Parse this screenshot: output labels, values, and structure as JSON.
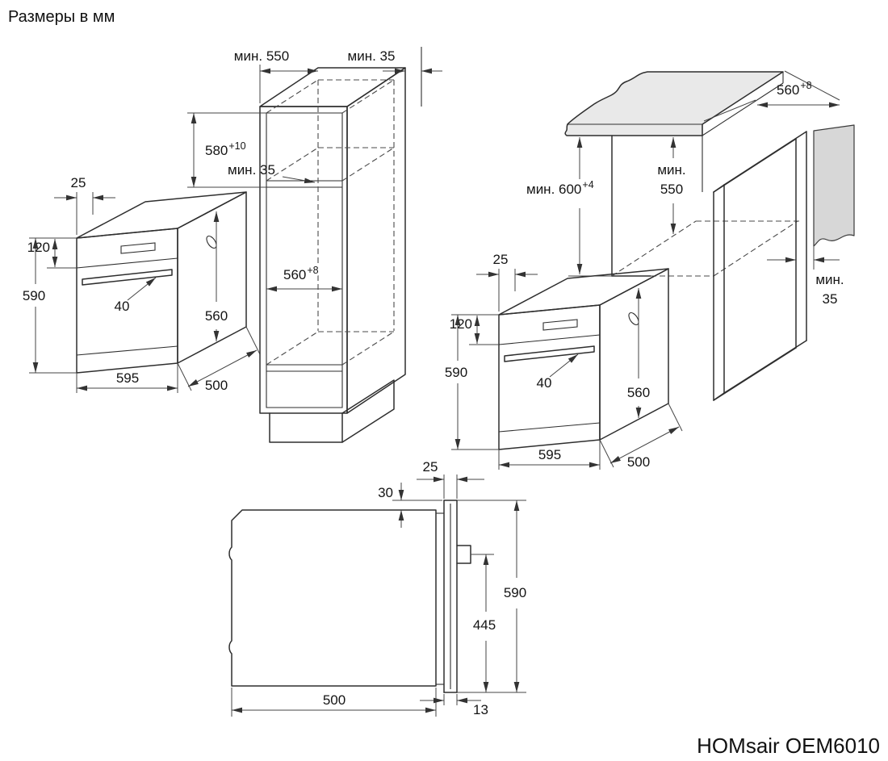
{
  "title": "Размеры в мм",
  "model": "HOMsair OEM6010",
  "oven_left": {
    "front_frame": "25",
    "panel": "120",
    "height": "590",
    "handle": "40",
    "body": "560",
    "width": "595",
    "depth": "500"
  },
  "oven_right": {
    "front_frame": "25",
    "panel": "120",
    "height": "590",
    "handle": "40",
    "body": "560",
    "width": "595",
    "depth": "500"
  },
  "tall_cabinet": {
    "depth": "мин. 550",
    "rear_gap": "мин. 35",
    "niche_height": "580",
    "niche_height_tol": "+10",
    "shelf_rear_gap": "мин. 35",
    "niche_width": "560",
    "niche_width_tol": "+8"
  },
  "base_cabinet": {
    "worktop_depth": "560",
    "worktop_depth_tol": "+8",
    "niche_height": "мин. 600",
    "niche_height_tol": "+4",
    "niche_depth_label": "мин.",
    "niche_depth_value": "550",
    "rear_gap_label": "мин.",
    "rear_gap_value": "35"
  },
  "side_view": {
    "door": "25",
    "top_gap": "30",
    "height": "590",
    "handle_bottom": "445",
    "depth": "500",
    "bottom_gap": "13"
  }
}
